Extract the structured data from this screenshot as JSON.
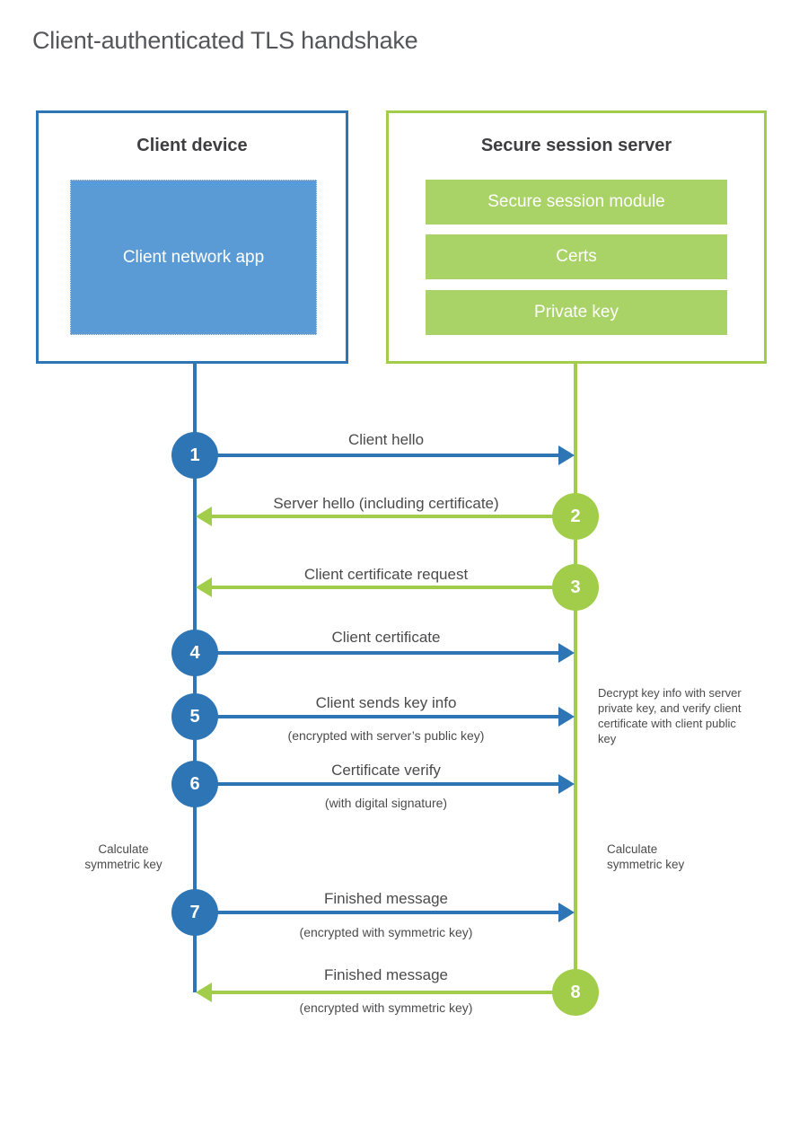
{
  "page": {
    "title": "Client-authenticated TLS handshake"
  },
  "colors": {
    "blue_stroke": "#2e75b6",
    "blue_fill": "#5b9bd5",
    "green_stroke": "#a2cd4a",
    "green_fill": "#a9d267",
    "heading_text": "#3f3f42",
    "label_text": "#4b4b4d",
    "title_text": "#55565a"
  },
  "client_box": {
    "title": "Client device",
    "app_label": "Client network app"
  },
  "server_box": {
    "title": "Secure session server",
    "modules": [
      "Secure session module",
      "Certs",
      "Private key"
    ]
  },
  "steps": [
    {
      "num": "1",
      "label": "Client hello",
      "sub": "",
      "direction": "right",
      "color": "blue"
    },
    {
      "num": "2",
      "label": "Server hello (including certificate)",
      "sub": "",
      "direction": "left",
      "color": "green"
    },
    {
      "num": "3",
      "label": "Client certificate request",
      "sub": "",
      "direction": "left",
      "color": "green"
    },
    {
      "num": "4",
      "label": "Client certificate",
      "sub": "",
      "direction": "right",
      "color": "blue"
    },
    {
      "num": "5",
      "label": "Client sends key info",
      "sub": "(encrypted with server’s public key)",
      "direction": "right",
      "color": "blue"
    },
    {
      "num": "6",
      "label": "Certificate verify",
      "sub": "(with digital signature)",
      "direction": "right",
      "color": "blue"
    },
    {
      "num": "7",
      "label": "Finished message",
      "sub": "(encrypted with symmetric key)",
      "direction": "right",
      "color": "blue"
    },
    {
      "num": "8",
      "label": "Finished message",
      "sub": "(encrypted with symmetric key)",
      "direction": "left",
      "color": "green"
    }
  ],
  "annotations": {
    "decrypt_note": "Decrypt key info with server private key, and verify client certificate with client public key",
    "calc_line1": "Calculate",
    "calc_line2": "symmetric key"
  }
}
